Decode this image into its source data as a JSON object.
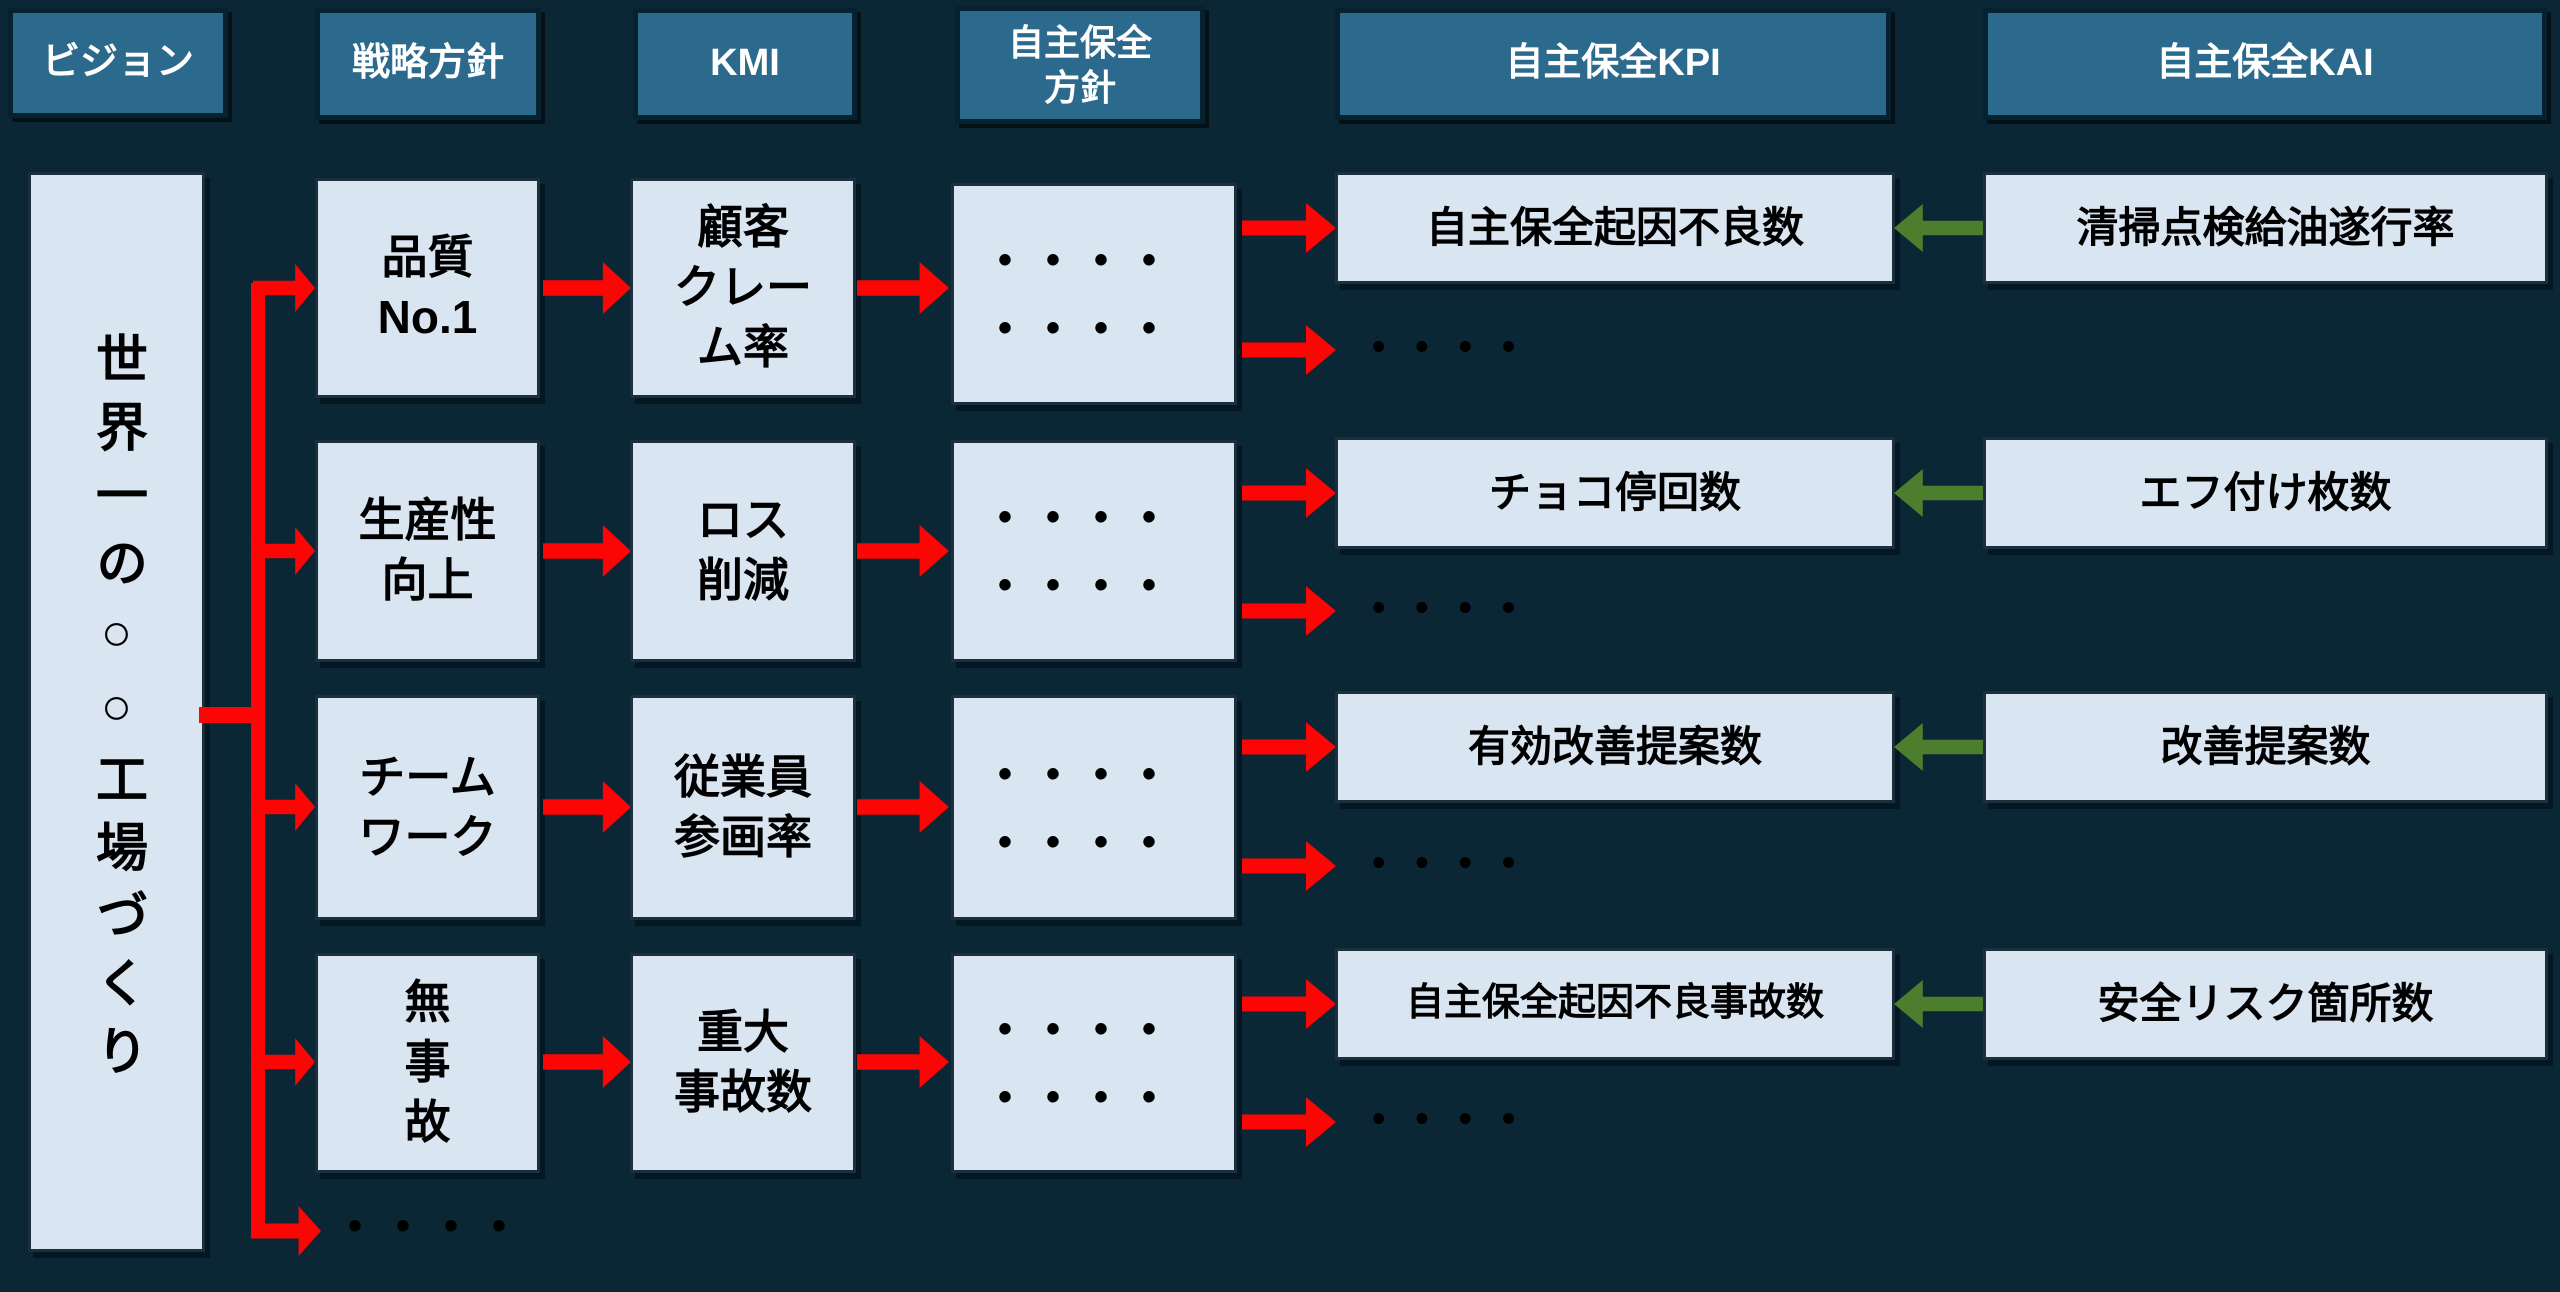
{
  "headers": {
    "vision": "ビジョン",
    "strategy": "戦略方針",
    "kmi": "KMI",
    "policy": "自主保全\n方針",
    "kpi": "自主保全KPI",
    "kai": "自主保全KAI"
  },
  "vision_statement": "世界一の○○工場づくり",
  "rows": [
    {
      "strategy": "品質\nNo.1",
      "kmi": "顧客\nクレー\nム率",
      "policy_dots": "••••\n••••",
      "kpi": "自主保全起因不良数",
      "kai": "清掃点検給油遂行率",
      "sub_dots": "••••"
    },
    {
      "strategy": "生産性\n向上",
      "kmi": "ロス\n削減",
      "policy_dots": "••••\n••••",
      "kpi": "チョコ停回数",
      "kai": "エフ付け枚数",
      "sub_dots": "••••"
    },
    {
      "strategy": "チーム\nワーク",
      "kmi": "従業員\n参画率",
      "policy_dots": "••••\n••••",
      "kpi": "有効改善提案数",
      "kai": "改善提案数",
      "sub_dots": "••••"
    },
    {
      "strategy": "無\n事\n故",
      "kmi": "重大\n事故数",
      "policy_dots": "••••\n••••",
      "kpi": "自主保全起因不良事故数",
      "kai": "安全リスク箇所数",
      "sub_dots": "••••"
    }
  ],
  "continuation_dots": "••••",
  "colors": {
    "background": "#0b2634",
    "header_fill": "#2c6a8d",
    "header_text": "#ffffff",
    "box_fill": "#dae5f2",
    "arrow_red": "#fb0505",
    "arrow_green": "#4c7e2e",
    "text": "#000000"
  }
}
